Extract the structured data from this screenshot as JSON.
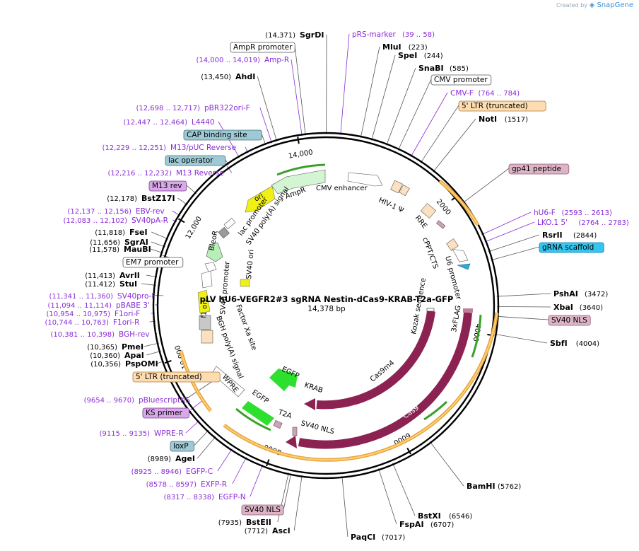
{
  "watermark": {
    "prefix": "Created by",
    "brand": "SnapGene"
  },
  "plasmid": {
    "name": "pLV hU6-VEGFR2#3 sgRNA Nestin-dCas9-KRAB-T2a-GFP",
    "length_label": "14,378 bp",
    "length": 14378
  },
  "colors": {
    "primer": "#8a2bd8",
    "green_feature": "#2ee02e",
    "maroon_feature": "#8b2252",
    "orange_feature": "#f3b24a"
  },
  "ticks": [
    {
      "pos": 2000,
      "label": "2000"
    },
    {
      "pos": 4000,
      "label": "4000"
    },
    {
      "pos": 6000,
      "label": "6000"
    },
    {
      "pos": 8000,
      "label": "8000"
    },
    {
      "pos": 10000,
      "label": "10,000"
    },
    {
      "pos": 12000,
      "label": "12,000"
    },
    {
      "pos": 14000,
      "label": "14,000"
    }
  ],
  "labels": [
    {
      "name": "SgrDI",
      "pos": "(14,371)",
      "kind": "enzyme",
      "side": "L"
    },
    {
      "name": "pRS-marker",
      "pos": "(39 .. 58)",
      "kind": "primer",
      "side": "R"
    },
    {
      "name": "AmpR promoter",
      "pos": "",
      "kind": "boxed",
      "side": "L"
    },
    {
      "name": "MluI",
      "pos": "(223)",
      "kind": "enzyme",
      "side": "R"
    },
    {
      "name": "Amp-R",
      "pos": "(14,000 .. 14,019)",
      "kind": "primer",
      "side": "L"
    },
    {
      "name": "SpeI",
      "pos": "(244)",
      "kind": "enzyme",
      "side": "R"
    },
    {
      "name": "SnaBI",
      "pos": "(585)",
      "kind": "enzyme",
      "side": "R"
    },
    {
      "name": "AhdI",
      "pos": "(13,450)",
      "kind": "enzyme",
      "side": "L"
    },
    {
      "name": "CMV promoter",
      "pos": "",
      "kind": "boxed",
      "side": "R"
    },
    {
      "name": "CMV-F",
      "pos": "(764 .. 784)",
      "kind": "primer",
      "side": "R"
    },
    {
      "name": "pBR322ori-F",
      "pos": "(12,698 .. 12,717)",
      "kind": "primer",
      "side": "L"
    },
    {
      "name": "5' LTR (truncated)",
      "pos": "",
      "kind": "orange",
      "side": "R"
    },
    {
      "name": "L4440",
      "pos": "(12,447 .. 12,464)",
      "kind": "primer",
      "side": "L"
    },
    {
      "name": "NotI",
      "pos": "(1517)",
      "kind": "enzyme",
      "side": "R"
    },
    {
      "name": "CAP binding site",
      "pos": "",
      "kind": "teal",
      "side": "L"
    },
    {
      "name": "M13/pUC Reverse",
      "pos": "(12,229 .. 12,251)",
      "kind": "primer",
      "side": "L"
    },
    {
      "name": "lac operator",
      "pos": "",
      "kind": "teal",
      "side": "L"
    },
    {
      "name": "gp41 peptide",
      "pos": "",
      "kind": "pink",
      "side": "R"
    },
    {
      "name": "M13 Reverse",
      "pos": "(12,216 .. 12,232)",
      "kind": "primer",
      "side": "L"
    },
    {
      "name": "M13 rev",
      "pos": "",
      "kind": "purple",
      "side": "L"
    },
    {
      "name": "BstZ17I",
      "pos": "(12,178)",
      "kind": "enzyme",
      "side": "L"
    },
    {
      "name": "EBV-rev",
      "pos": "(12,137 .. 12,156)",
      "kind": "primer",
      "side": "L"
    },
    {
      "name": "hU6-F",
      "pos": "(2593 .. 2613)",
      "kind": "primer",
      "side": "R"
    },
    {
      "name": "SV40pA-R",
      "pos": "(12,083 .. 12,102)",
      "kind": "primer",
      "side": "L"
    },
    {
      "name": "LKO.1 5'",
      "pos": "(2764 .. 2783)",
      "kind": "primer",
      "side": "R"
    },
    {
      "name": "FseI",
      "pos": "(11,818)",
      "kind": "enzyme",
      "side": "L"
    },
    {
      "name": "RsrII",
      "pos": "(2844)",
      "kind": "enzyme",
      "side": "R"
    },
    {
      "name": "SgrAI",
      "pos": "(11,656)",
      "kind": "enzyme",
      "side": "L"
    },
    {
      "name": "gRNA scaffold",
      "pos": "",
      "kind": "cyan",
      "side": "R"
    },
    {
      "name": "MauBI",
      "pos": "(11,578)",
      "kind": "enzyme",
      "side": "L"
    },
    {
      "name": "EM7 promoter",
      "pos": "",
      "kind": "boxed",
      "side": "L"
    },
    {
      "name": "AvrII",
      "pos": "(11,413)",
      "kind": "enzyme",
      "side": "L"
    },
    {
      "name": "StuI",
      "pos": "(11,412)",
      "kind": "enzyme",
      "side": "L"
    },
    {
      "name": "PshAI",
      "pos": "(3472)",
      "kind": "enzyme",
      "side": "R"
    },
    {
      "name": "SV40pro-F",
      "pos": "(11,341 .. 11,360)",
      "kind": "primer",
      "side": "L"
    },
    {
      "name": "pBABE 3'",
      "pos": "(11,094 .. 11,114)",
      "kind": "primer",
      "side": "L"
    },
    {
      "name": "XbaI",
      "pos": "(3640)",
      "kind": "enzyme",
      "side": "R"
    },
    {
      "name": "F1ori-F",
      "pos": "(10,954 .. 10,975)",
      "kind": "primer",
      "side": "L"
    },
    {
      "name": "SV40 NLS",
      "pos": "",
      "kind": "pink",
      "side": "R"
    },
    {
      "name": "F1ori-R",
      "pos": "(10,744 .. 10,763)",
      "kind": "primer",
      "side": "L"
    },
    {
      "name": "BGH-rev",
      "pos": "(10,381 .. 10,398)",
      "kind": "primer",
      "side": "L"
    },
    {
      "name": "SbfI",
      "pos": "(4004)",
      "kind": "enzyme",
      "side": "R"
    },
    {
      "name": "PmeI",
      "pos": "(10,365)",
      "kind": "enzyme",
      "side": "L"
    },
    {
      "name": "ApaI",
      "pos": "(10,360)",
      "kind": "enzyme",
      "side": "L"
    },
    {
      "name": "PspOMI",
      "pos": "(10,356)",
      "kind": "enzyme",
      "side": "L"
    },
    {
      "name": "5' LTR (truncated)",
      "pos": "",
      "kind": "orange",
      "side": "L"
    },
    {
      "name": "pBluescriptKS",
      "pos": "(9654 .. 9670)",
      "kind": "primer",
      "side": "L"
    },
    {
      "name": "KS primer",
      "pos": "",
      "kind": "purple",
      "side": "L"
    },
    {
      "name": "WPRE-R",
      "pos": "(9115 .. 9135)",
      "kind": "primer",
      "side": "L"
    },
    {
      "name": "loxP",
      "pos": "",
      "kind": "teal",
      "side": "L"
    },
    {
      "name": "AgeI",
      "pos": "(8989)",
      "kind": "enzyme",
      "side": "L"
    },
    {
      "name": "EGFP-C",
      "pos": "(8925 .. 8946)",
      "kind": "primer",
      "side": "L"
    },
    {
      "name": "BamHI",
      "pos": "(5762)",
      "kind": "enzyme",
      "side": "R"
    },
    {
      "name": "EXFP-R",
      "pos": "(8578 .. 8597)",
      "kind": "primer",
      "side": "L"
    },
    {
      "name": "EGFP-N",
      "pos": "(8317 .. 8338)",
      "kind": "primer",
      "side": "L"
    },
    {
      "name": "BstXI",
      "pos": "(6546)",
      "kind": "enzyme",
      "side": "R"
    },
    {
      "name": "SV40 NLS",
      "pos": "",
      "kind": "pink",
      "side": "L"
    },
    {
      "name": "FspAI",
      "pos": "(6707)",
      "kind": "enzyme",
      "side": "R"
    },
    {
      "name": "BstEII",
      "pos": "(7935)",
      "kind": "enzyme",
      "side": "L"
    },
    {
      "name": "AscI",
      "pos": "(7712)",
      "kind": "enzyme",
      "side": "L"
    },
    {
      "name": "PaqCI",
      "pos": "(7017)",
      "kind": "enzyme",
      "side": "R"
    }
  ],
  "features": [
    {
      "label": "CMV enhancer"
    },
    {
      "label": "HIV-1 Ψ"
    },
    {
      "label": "RRE"
    },
    {
      "label": "cPPT/CTS"
    },
    {
      "label": "U6 promoter"
    },
    {
      "label": "Kozak sequence"
    },
    {
      "label": "3xFLAG"
    },
    {
      "label": "Cas9m4"
    },
    {
      "label": "Cas9"
    },
    {
      "label": "KRAB"
    },
    {
      "label": "EGFP"
    },
    {
      "label": "EGFP"
    },
    {
      "label": "T2A"
    },
    {
      "label": "SV40 NLS"
    },
    {
      "label": "WPRE"
    },
    {
      "label": "BGH poly(A) signal"
    },
    {
      "label": "f1 ori"
    },
    {
      "label": "Factor Xa site"
    },
    {
      "label": "SV40 ori"
    },
    {
      "label": "SV40 promoter"
    },
    {
      "label": "BleoR"
    },
    {
      "label": "EM7 promoter"
    },
    {
      "label": "lac promoter"
    },
    {
      "label": "SV40 poly(A) signal"
    },
    {
      "label": "ori"
    },
    {
      "label": "AmpR"
    },
    {
      "label": "AmpR promoter"
    }
  ]
}
